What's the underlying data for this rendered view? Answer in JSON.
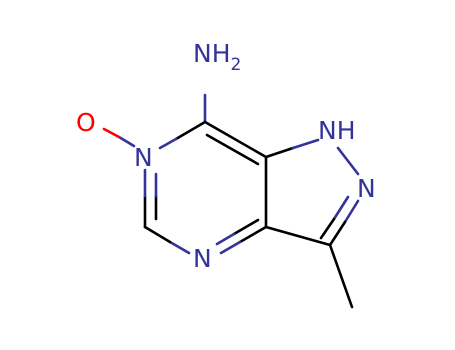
{
  "molecule": {
    "colors": {
      "nitrogen": "#33339a",
      "oxygen": "#ff0000",
      "bond": "#000000",
      "background": "#ffffff"
    },
    "labels": {
      "amine_n": "NH",
      "amine_sub": "2",
      "oxide_o": "O",
      "n_oxide": "N",
      "pyrazole_nh": "NH",
      "pyrazole_n": "N",
      "pyrimidine_n": "N"
    }
  }
}
